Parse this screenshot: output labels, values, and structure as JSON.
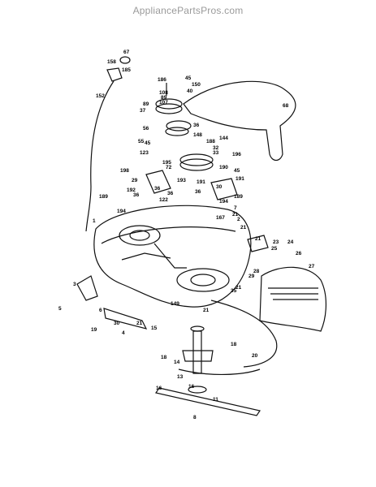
{
  "watermark": "AppliancePartsPros.com",
  "colors": {
    "line": "#111111",
    "background": "#ffffff",
    "watermark": "#9a9a9a"
  },
  "callouts": [
    "67",
    "158",
    "185",
    "152",
    "186",
    "45",
    "150",
    "40",
    "108",
    "89",
    "107",
    "89",
    "37",
    "68",
    "56",
    "36",
    "148",
    "144",
    "55",
    "45",
    "188",
    "32",
    "123",
    "33",
    "195",
    "196",
    "72",
    "191",
    "198",
    "45",
    "193",
    "191",
    "29",
    "192",
    "189",
    "122",
    "189",
    "36",
    "194",
    "7",
    "21",
    "194",
    "167",
    "2",
    "1",
    "21",
    "21",
    "23",
    "25",
    "24",
    "26",
    "28",
    "27",
    "29",
    "3",
    "21",
    "5",
    "4",
    "149",
    "6",
    "21",
    "19",
    "30",
    "15",
    "18",
    "14",
    "20",
    "16",
    "13",
    "18",
    "16",
    "11",
    "8",
    "21",
    "35",
    "36",
    "36",
    "190",
    "36",
    "30"
  ]
}
